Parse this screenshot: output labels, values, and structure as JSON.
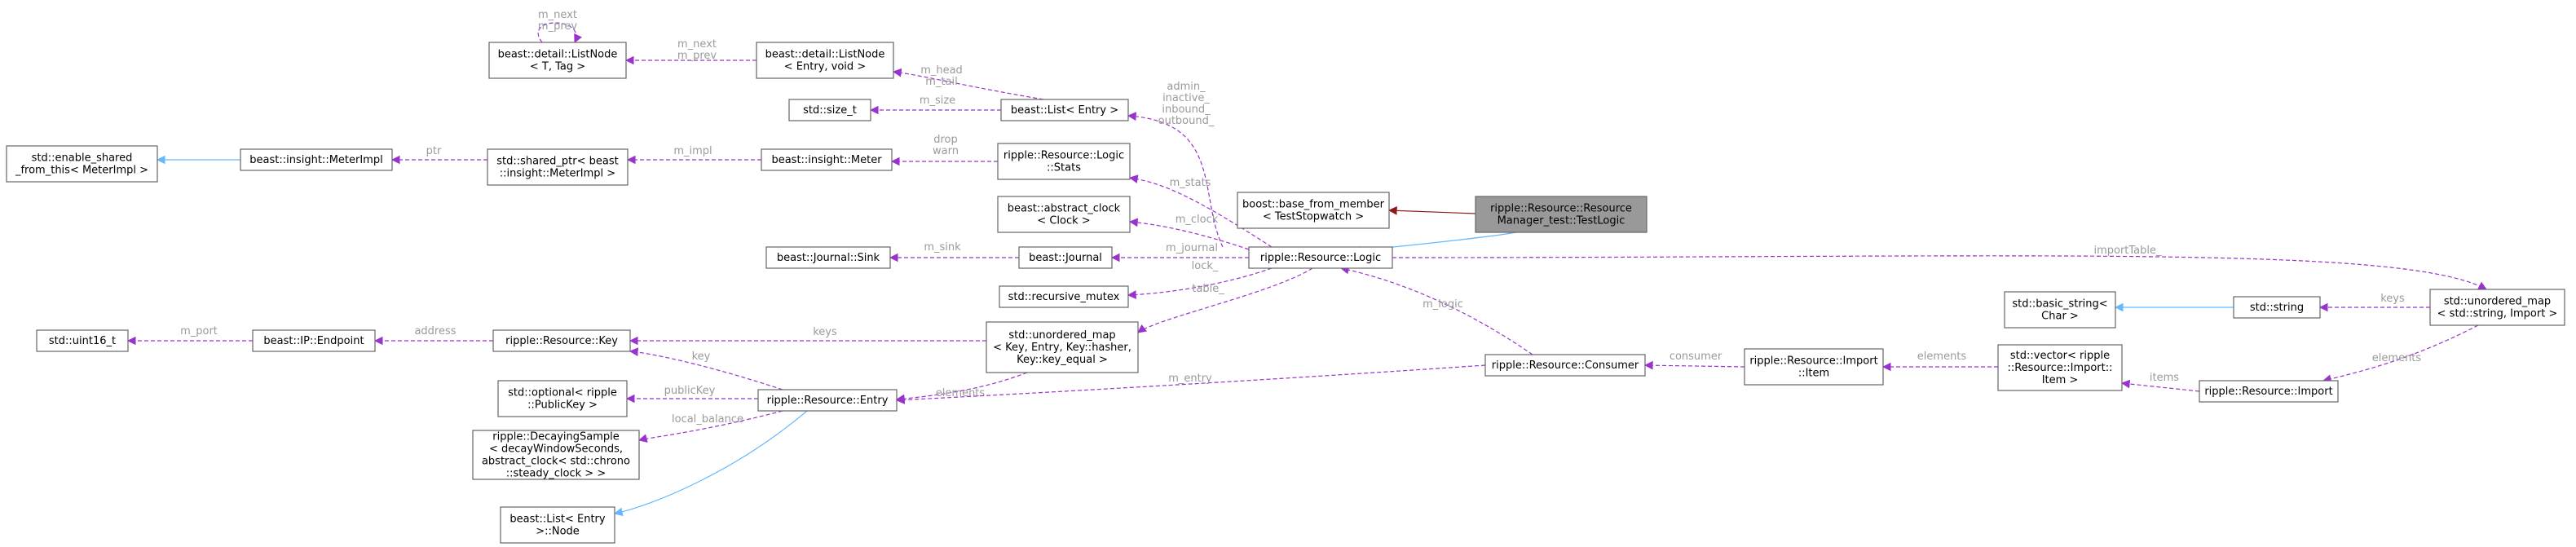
{
  "colors": {
    "usage": "#9a32cd",
    "inherit": "#63b8ff",
    "private_inherit": "#8b1a1a",
    "node_fill": "#ffffff",
    "focus_fill": "#999999",
    "label": "#9a9a9a"
  },
  "nodes": [
    {
      "id": "listnode_tag",
      "lines": [
        "beast::detail::ListNode",
        "< T, Tag >"
      ]
    },
    {
      "id": "listnode_entry",
      "lines": [
        "beast::detail::ListNode",
        "< Entry, void >"
      ]
    },
    {
      "id": "list_entry",
      "lines": [
        "beast::List< Entry >"
      ]
    },
    {
      "id": "size_t",
      "lines": [
        "std::size_t"
      ]
    },
    {
      "id": "enable_shared",
      "lines": [
        "std::enable_shared",
        "_from_this< MeterImpl >"
      ]
    },
    {
      "id": "meterimpl",
      "lines": [
        "beast::insight::MeterImpl"
      ]
    },
    {
      "id": "shared_ptr",
      "lines": [
        "std::shared_ptr< beast",
        "::insight::MeterImpl >"
      ]
    },
    {
      "id": "meter",
      "lines": [
        "beast::insight::Meter"
      ]
    },
    {
      "id": "logic_stats",
      "lines": [
        "ripple::Resource::Logic",
        "::Stats"
      ]
    },
    {
      "id": "abstract_clock",
      "lines": [
        "beast::abstract_clock",
        "< Clock >"
      ]
    },
    {
      "id": "journal_sink",
      "lines": [
        "beast::Journal::Sink"
      ]
    },
    {
      "id": "journal",
      "lines": [
        "beast::Journal"
      ]
    },
    {
      "id": "recursive_mutex",
      "lines": [
        "std::recursive_mutex"
      ]
    },
    {
      "id": "base_from_member",
      "lines": [
        "boost::base_from_member",
        "< TestStopwatch >"
      ]
    },
    {
      "id": "testlogic",
      "lines": [
        "ripple::Resource::Resource",
        "Manager_test::TestLogic"
      ],
      "focus": true
    },
    {
      "id": "logic",
      "lines": [
        "ripple::Resource::Logic"
      ]
    },
    {
      "id": "uint16",
      "lines": [
        "std::uint16_t"
      ]
    },
    {
      "id": "endpoint",
      "lines": [
        "beast::IP::Endpoint"
      ]
    },
    {
      "id": "key",
      "lines": [
        "ripple::Resource::Key"
      ]
    },
    {
      "id": "umap_entry",
      "lines": [
        "std::unordered_map",
        "< Key, Entry, Key::hasher,",
        "Key::key_equal >"
      ]
    },
    {
      "id": "optional_pk",
      "lines": [
        "std::optional< ripple",
        "::PublicKey >"
      ]
    },
    {
      "id": "entry",
      "lines": [
        "ripple::Resource::Entry"
      ]
    },
    {
      "id": "decaying",
      "lines": [
        "ripple::DecayingSample",
        "< decayWindowSeconds,",
        "abstract_clock< std::chrono",
        "::steady_clock > >"
      ]
    },
    {
      "id": "list_node",
      "lines": [
        "beast::List< Entry",
        ">::Node"
      ]
    },
    {
      "id": "consumer",
      "lines": [
        "ripple::Resource::Consumer"
      ]
    },
    {
      "id": "import_item",
      "lines": [
        "ripple::Resource::Import",
        "::Item"
      ]
    },
    {
      "id": "vector_item",
      "lines": [
        "std::vector< ripple",
        "::Resource::Import::",
        "Item >"
      ]
    },
    {
      "id": "basic_string",
      "lines": [
        "std::basic_string<",
        "Char >"
      ]
    },
    {
      "id": "string",
      "lines": [
        "std::string"
      ]
    },
    {
      "id": "import",
      "lines": [
        "ripple::Resource::Import"
      ]
    },
    {
      "id": "umap_import",
      "lines": [
        "std::unordered_map",
        "< std::string, Import >"
      ]
    }
  ],
  "edges": [
    {
      "id": "e_listnode_self",
      "from": "listnode_tag",
      "to": "listnode_tag",
      "type": "usage",
      "label": [
        "m_next",
        "m_prev"
      ]
    },
    {
      "id": "e_listnode_entry",
      "from": "listnode_entry",
      "to": "listnode_tag",
      "type": "usage",
      "label": [
        "m_next",
        "m_prev"
      ]
    },
    {
      "id": "e_list_listnode",
      "from": "list_entry",
      "to": "listnode_entry",
      "type": "usage",
      "label": [
        "m_head",
        "m_tail"
      ]
    },
    {
      "id": "e_list_size",
      "from": "list_entry",
      "to": "size_t",
      "type": "usage",
      "label": [
        "m_size"
      ]
    },
    {
      "id": "e_meterimpl_enable",
      "from": "meterimpl",
      "to": "enable_shared",
      "type": "inherit",
      "label": []
    },
    {
      "id": "e_shared_meterimpl",
      "from": "shared_ptr",
      "to": "meterimpl",
      "type": "usage",
      "label": [
        "ptr"
      ]
    },
    {
      "id": "e_meter_shared",
      "from": "meter",
      "to": "shared_ptr",
      "type": "usage",
      "label": [
        "m_impl"
      ]
    },
    {
      "id": "e_stats_meter",
      "from": "logic_stats",
      "to": "meter",
      "type": "usage",
      "label": [
        "drop",
        "warn"
      ]
    },
    {
      "id": "e_journal_sink",
      "from": "journal",
      "to": "journal_sink",
      "type": "usage",
      "label": [
        "m_sink"
      ]
    },
    {
      "id": "e_testlogic_base",
      "from": "testlogic",
      "to": "base_from_member",
      "type": "private_inherit",
      "label": []
    },
    {
      "id": "e_testlogic_logic",
      "from": "testlogic",
      "to": "logic",
      "type": "inherit",
      "label": []
    },
    {
      "id": "e_logic_list",
      "from": "logic",
      "to": "list_entry",
      "type": "usage",
      "label": [
        "admin_",
        "inactive_",
        "inbound_",
        "outbound_"
      ]
    },
    {
      "id": "e_logic_stats",
      "from": "logic",
      "to": "logic_stats",
      "type": "usage",
      "label": [
        "m_stats"
      ]
    },
    {
      "id": "e_logic_clock",
      "from": "logic",
      "to": "abstract_clock",
      "type": "usage",
      "label": [
        "m_clock"
      ]
    },
    {
      "id": "e_logic_journal",
      "from": "logic",
      "to": "journal",
      "type": "usage",
      "label": [
        "m_journal"
      ]
    },
    {
      "id": "e_logic_mutex",
      "from": "logic",
      "to": "recursive_mutex",
      "type": "usage",
      "label": [
        "lock_"
      ]
    },
    {
      "id": "e_logic_umap",
      "from": "logic",
      "to": "umap_entry",
      "type": "usage",
      "label": [
        "table_"
      ]
    },
    {
      "id": "e_logic_importtable",
      "from": "logic",
      "to": "umap_import",
      "type": "usage",
      "label": [
        "importTable_"
      ]
    },
    {
      "id": "e_endpoint_uint16",
      "from": "endpoint",
      "to": "uint16",
      "type": "usage",
      "label": [
        "m_port"
      ]
    },
    {
      "id": "e_key_endpoint",
      "from": "key",
      "to": "endpoint",
      "type": "usage",
      "label": [
        "address"
      ]
    },
    {
      "id": "e_umap_key",
      "from": "umap_entry",
      "to": "key",
      "type": "usage",
      "label": [
        "keys"
      ]
    },
    {
      "id": "e_umap_entry",
      "from": "umap_entry",
      "to": "entry",
      "type": "usage",
      "label": [
        "elements"
      ]
    },
    {
      "id": "e_entry_key",
      "from": "entry",
      "to": "key",
      "type": "usage",
      "label": [
        "key"
      ]
    },
    {
      "id": "e_entry_optional",
      "from": "entry",
      "to": "optional_pk",
      "type": "usage",
      "label": [
        "publicKey"
      ]
    },
    {
      "id": "e_entry_decaying",
      "from": "entry",
      "to": "decaying",
      "type": "usage",
      "label": [
        "local_balance"
      ]
    },
    {
      "id": "e_entry_listnode",
      "from": "entry",
      "to": "list_node",
      "type": "inherit",
      "label": []
    },
    {
      "id": "e_consumer_logic",
      "from": "consumer",
      "to": "logic",
      "type": "usage",
      "label": [
        "m_logic"
      ]
    },
    {
      "id": "e_consumer_entry",
      "from": "consumer",
      "to": "entry",
      "type": "usage",
      "label": [
        "m_entry"
      ]
    },
    {
      "id": "e_item_consumer",
      "from": "import_item",
      "to": "consumer",
      "type": "usage",
      "label": [
        "consumer"
      ]
    },
    {
      "id": "e_vector_item",
      "from": "vector_item",
      "to": "import_item",
      "type": "usage",
      "label": [
        "elements"
      ]
    },
    {
      "id": "e_import_vector",
      "from": "import",
      "to": "vector_item",
      "type": "usage",
      "label": [
        "items"
      ]
    },
    {
      "id": "e_string_basic",
      "from": "string",
      "to": "basic_string",
      "type": "inherit",
      "label": []
    },
    {
      "id": "e_umapimport_string",
      "from": "umap_import",
      "to": "string",
      "type": "usage",
      "label": [
        "keys"
      ]
    },
    {
      "id": "e_umapimport_import",
      "from": "umap_import",
      "to": "import",
      "type": "usage",
      "label": [
        "elements"
      ]
    }
  ]
}
